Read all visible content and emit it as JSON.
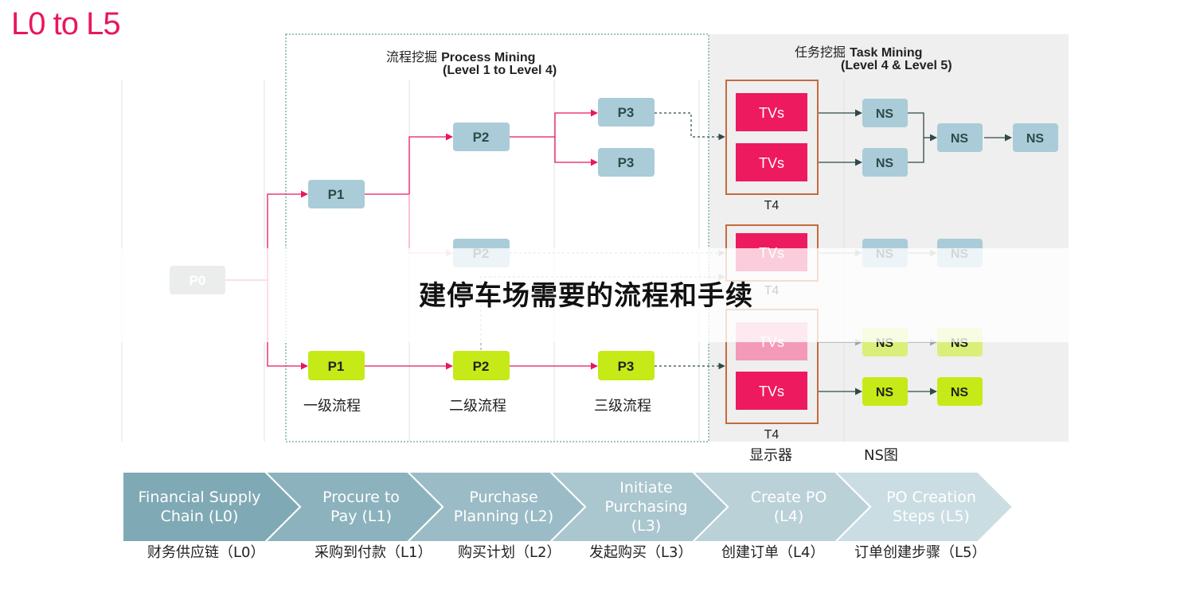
{
  "title": "L0 to L5",
  "overlay_caption": "建停车场需要的流程和手续",
  "process_mining": {
    "label_cn": "流程挖掘",
    "label_en": "Process Mining",
    "range": "(Level 1 to Level 4)"
  },
  "task_mining": {
    "label_cn": "任务挖掘",
    "label_en": "Task Mining",
    "range": "(Level 4 & Level 5)"
  },
  "nodes": {
    "p0": "P0",
    "p1": "P1",
    "p2": "P2",
    "p3": "P3",
    "tvs": "TVs",
    "ns": "NS",
    "t4": "T4"
  },
  "level_labels": {
    "level1": "一级流程",
    "level2": "二级流程",
    "level3": "三级流程"
  },
  "bottom_labels": {
    "display": "显示器",
    "ns_graph": "NS图"
  },
  "chevrons": [
    {
      "line1": "Financial Supply",
      "line2": "Chain (L0)",
      "line3": "",
      "cn": "财务供应链（L0）"
    },
    {
      "line1": "Procure to",
      "line2": "Pay (L1)",
      "line3": "",
      "cn": "采购到付款（L1）"
    },
    {
      "line1": "Purchase",
      "line2": "Planning (L2)",
      "line3": "",
      "cn": "购买计划（L2）"
    },
    {
      "line1": "Initiate",
      "line2": "Purchasing",
      "line3": "(L3)",
      "cn": "发起购买（L3）"
    },
    {
      "line1": "Create PO",
      "line2": "(L4)",
      "line3": "",
      "cn": "创建订单（L4）"
    },
    {
      "line1": "PO Creation",
      "line2": "Steps (L5)",
      "line3": "",
      "cn": "订单创建步骤（L5）"
    }
  ],
  "colors": {
    "accent_pink": "#e8175d",
    "node_blue": "#a9ccd8",
    "node_gray": "#a3abab",
    "node_lime": "#c5ea18",
    "tv_red": "#ee1a5f",
    "frame_orange": "#c66a3e",
    "dotted_teal": "#7bb4ad",
    "chevron_base": "#7fa9b5"
  }
}
